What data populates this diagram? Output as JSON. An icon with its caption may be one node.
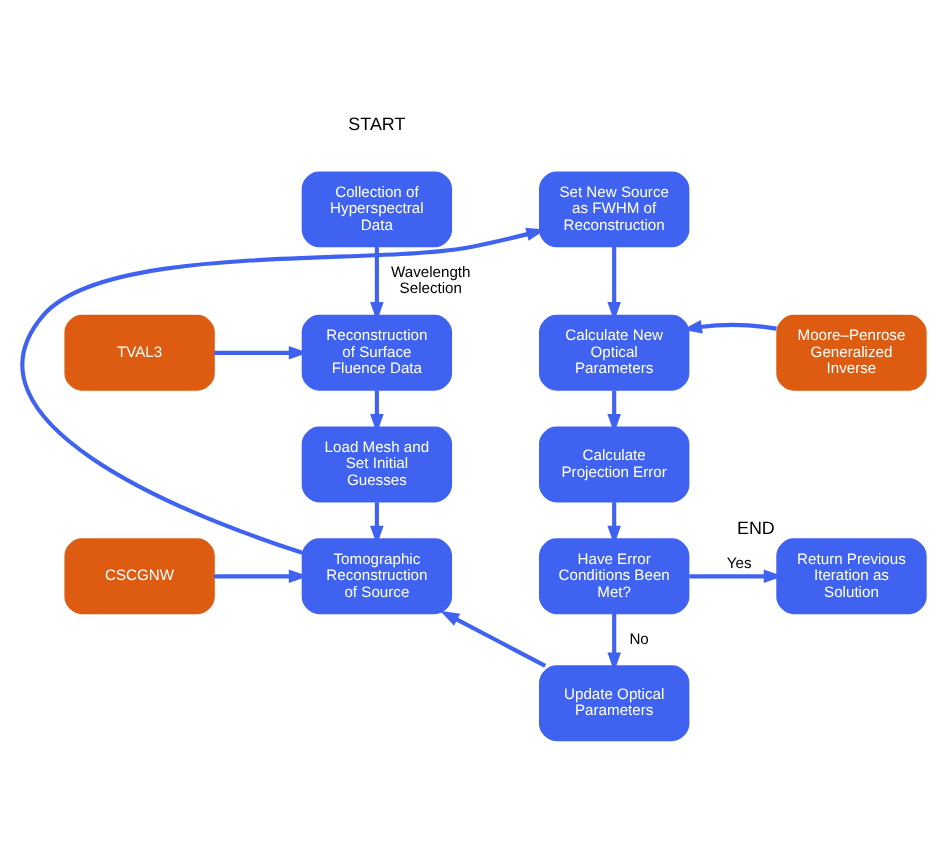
{
  "diagram": {
    "nodes": [
      {
        "text": [
          "Collection of Hyperspectral Data"
        ],
        "beside": [
          "START"
        ]
      },
      {
        "text": [
          "TVAL3"
        ]
      },
      {
        "text": [
          "Reconstruction of Surface Fluence Data"
        ]
      },
      {
        "text": [
          "Load Mesh and Set Initial Guesses"
        ]
      },
      {
        "text": [
          "CSCGNW"
        ]
      },
      {
        "text": [
          "Tomographic Reconstruction of Source"
        ]
      },
      {
        "text": [
          "Set New Source as FWHM of Reconstruction"
        ]
      },
      {
        "text": [
          "Calculate New Optical Parameters"
        ]
      },
      {
        "text": [
          "Moore–Penrose Generalized Inverse"
        ]
      },
      {
        "text": [
          "Calculate Projection Error"
        ]
      },
      {
        "text": [
          "Have Error Conditions Been Met?"
        ]
      },
      {
        "text": [
          "Return Previous Iteration as Solution"
        ],
        "beside": [
          "END"
        ]
      },
      {
        "text": [
          "Update Optical Parameters"
        ]
      }
    ],
    "edges": [
      {
        "from": 0,
        "to": 2,
        "arrow": "to",
        "label": "Wavelength Selection"
      },
      {
        "from": 1,
        "to": 2,
        "arrow": "to"
      },
      {
        "from": 2,
        "to": 3,
        "arrow": "to"
      },
      {
        "from": 3,
        "to": 5,
        "arrow": "to"
      },
      {
        "from": 4,
        "to": 5,
        "arrow": "to"
      },
      {
        "from": 5,
        "to": 6,
        "arrow": "to"
      },
      {
        "from": 6,
        "to": 7,
        "arrow": "to"
      },
      {
        "from": 8,
        "to": 7,
        "arrow": "to"
      },
      {
        "from": 7,
        "to": 9,
        "arrow": "to"
      },
      {
        "from": 9,
        "to": 10,
        "arrow": "to"
      },
      {
        "from": 10,
        "to": 11,
        "arrow": "to",
        "label": "Yes"
      },
      {
        "from": 10,
        "to": 12,
        "arrow": "to",
        "label": "No"
      },
      {
        "from": 12,
        "to": 5,
        "arrow": "to"
      }
    ]
  }
}
